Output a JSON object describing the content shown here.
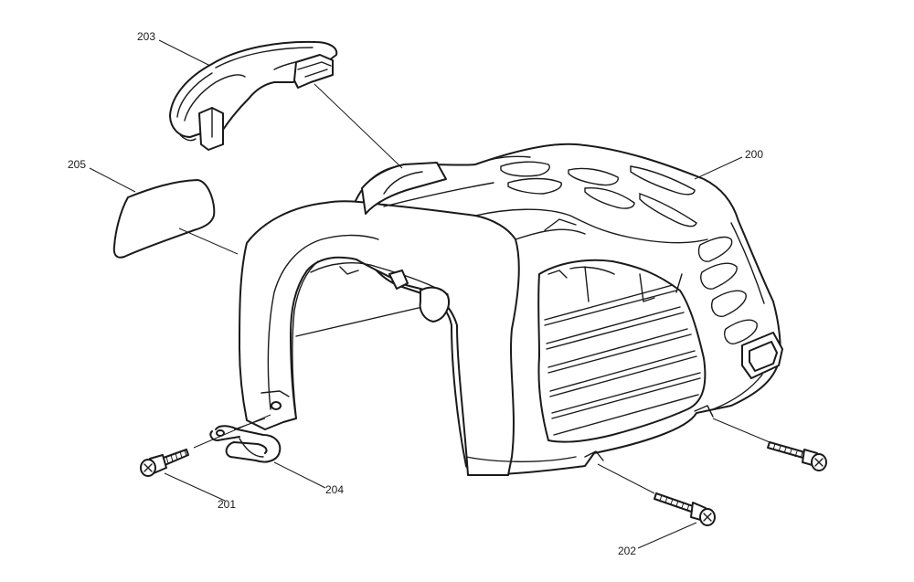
{
  "diagram": {
    "callouts": [
      {
        "id": "200",
        "label": "200"
      },
      {
        "id": "201",
        "label": "201"
      },
      {
        "id": "202",
        "label": "202"
      },
      {
        "id": "203",
        "label": "203"
      },
      {
        "id": "204",
        "label": "204"
      },
      {
        "id": "205",
        "label": "205"
      }
    ],
    "colors": {
      "line": "#1a1a1a",
      "background": "#ffffff"
    }
  }
}
